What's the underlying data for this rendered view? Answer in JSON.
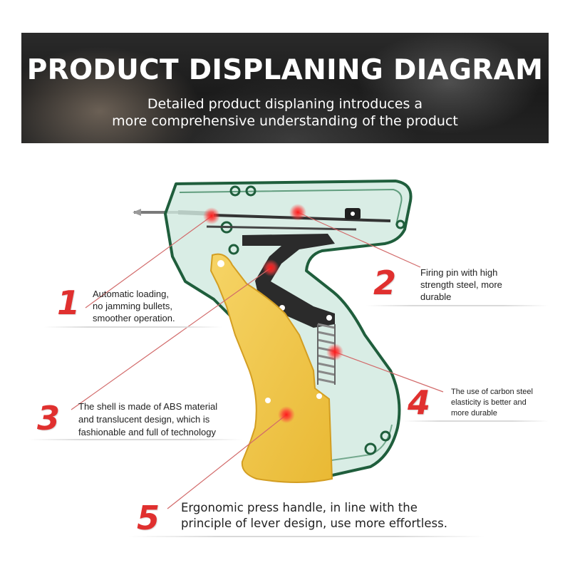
{
  "banner": {
    "title": "PRODUCT DISPLANING DIAGRAM",
    "subtitle_line1": "Detailed product displaning introduces a",
    "subtitle_line2": "more comprehensive understanding of the product"
  },
  "callouts": [
    {
      "number": "1",
      "lines": [
        "Automatic loading,",
        "no jamming bullets,",
        "smoother operation."
      ]
    },
    {
      "number": "2",
      "lines": [
        "Firing pin with high",
        "strength steel, more",
        "durable"
      ]
    },
    {
      "number": "3",
      "lines": [
        "The shell is made of ABS material",
        "and translucent design, which is",
        "fashionable and full of technology"
      ]
    },
    {
      "number": "4",
      "lines": [
        "The use of carbon steel",
        "elasticity is better and",
        "more durable"
      ]
    },
    {
      "number": "5",
      "lines": [
        "Ergonomic press handle, in line with the",
        "principle of lever design, use more effortless."
      ]
    }
  ],
  "colors": {
    "shell_fill": "#cfe9df",
    "shell_outline": "#1f5e3c",
    "handle_yellow": "#f2c84b",
    "steel_dark": "#2b2b2b",
    "marker_red": "#ff2b2b",
    "number_red": "#e0302f"
  }
}
